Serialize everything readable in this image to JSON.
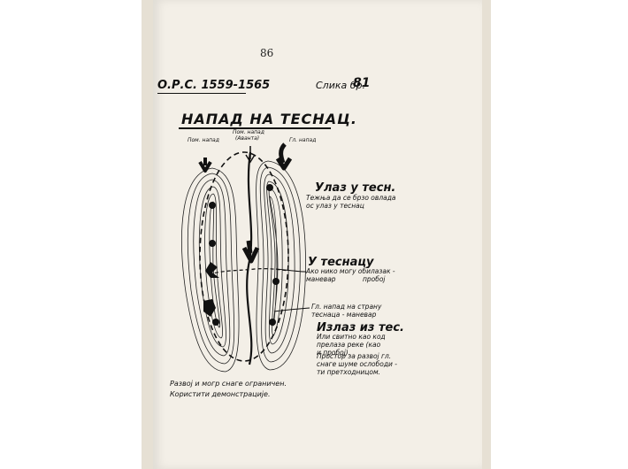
{
  "page": {
    "number": "86"
  },
  "document": {
    "code": "О.Р.С. 1559-1565",
    "figure_label": "Слика бр.",
    "figure_number": "81"
  },
  "diagram": {
    "title": "НАПАД НА ТЕСНАЦ.",
    "arrows": {
      "left": "Пом. напад",
      "center_line1": "Пом. напад",
      "center_line2": "(Аванта)",
      "right": "Гл. напад"
    },
    "entry": {
      "title": "Улаз у тесн.",
      "note_line1": "Тежња да се брзо овлада",
      "note_line2": "ос улаз у теснац"
    },
    "inside": {
      "title": "У теснацу",
      "note_line1": "Ако нико могу обилазак -",
      "note_line2": "маневар",
      "note_aside": "пробој"
    },
    "flank": {
      "note_line1": "Гл. напад на страну",
      "note_line2": "теснаца - маневар"
    },
    "exit": {
      "title": "Излаз из тес.",
      "note_line1": "Или свитно као код",
      "note_line2": "прелаза реке (као",
      "note_line3": "и пробој)."
    },
    "space": {
      "note_line1": "Простор за развој гл.",
      "note_line2": "снаге шуме ослободи -",
      "note_line3": "ти претходницом."
    },
    "footer": {
      "line1": "Развој и могр снаге ограничен.",
      "line2": "Користити демонстрације."
    }
  }
}
